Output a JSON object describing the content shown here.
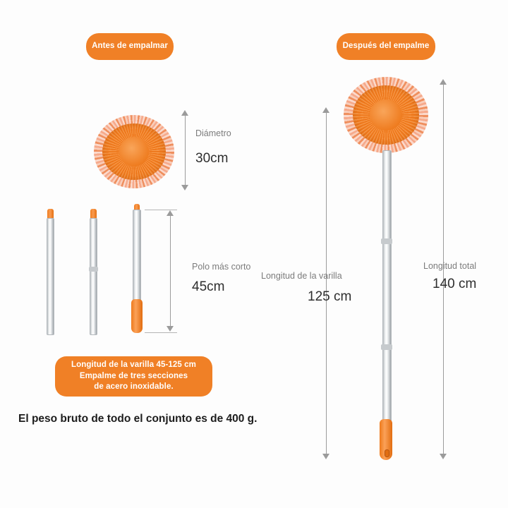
{
  "badges": {
    "before": "Antes de empalmar",
    "after": "Después del empalme",
    "bottom_line1": "Longitud de la varilla 45-125 cm",
    "bottom_line2": "Empalme de tres secciones",
    "bottom_line3": "de acero inoxidable."
  },
  "dimensions": {
    "diameter_label": "Diámetro",
    "diameter_value": "30cm",
    "short_pole_label": "Polo más corto",
    "short_pole_value": "45cm",
    "rod_length_label": "Longitud de la varilla",
    "rod_length_value": "125 cm",
    "total_length_label": "Longitud total",
    "total_length_value": "140 cm"
  },
  "footer": {
    "weight_note": "El peso bruto de todo el conjunto es de 400 g."
  },
  "colors": {
    "accent": "#f08026",
    "metal": "#d6dadd",
    "dim_line": "#9b9b9b",
    "text_dark": "#2e2e2e",
    "text_muted": "#7c7c7c"
  }
}
